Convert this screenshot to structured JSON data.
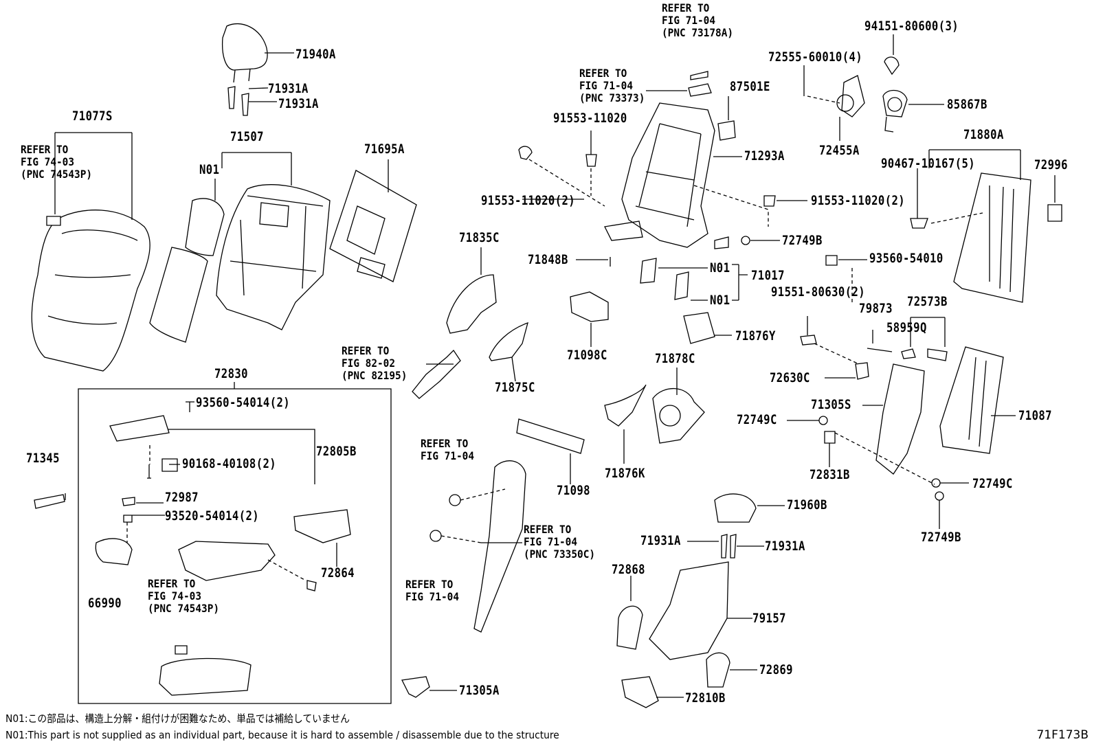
{
  "labels": {
    "p71940A": "71940A",
    "p71931A_1": "71931A",
    "p71931A_2": "71931A",
    "p71077S": "71077S",
    "p71507": "71507",
    "pN01_a": "N01",
    "p71695A": "71695A",
    "p72830": "72830",
    "p93560_54014": "93560-54014(2)",
    "p72805B": "72805B",
    "p90168": "90168-40108(2)",
    "p71345": "71345",
    "p72987": "72987",
    "p93520": "93520-54014(2)",
    "p72864": "72864",
    "p66990": "66990",
    "p71835C": "71835C",
    "p71875C": "71875C",
    "p71098C": "71098C",
    "p71098": "71098",
    "p71305A": "71305A",
    "p71848B": "71848B",
    "p91553_11020": "91553-11020",
    "p91553_2a": "91553-11020(2)",
    "p91553_2b": "91553-11020(2)",
    "p87501E": "87501E",
    "p71293A": "71293A",
    "p72749B_1": "72749B",
    "pN01_b": "N01",
    "pN01_c": "N01",
    "p71017": "71017",
    "p71876Y": "71876Y",
    "p71878C": "71878C",
    "p71876K": "71876K",
    "p72555": "72555-60010(4)",
    "p94151": "94151-80600(3)",
    "p85867B": "85867B",
    "p72455A": "72455A",
    "p71880A": "71880A",
    "p90467": "90467-10167(5)",
    "p72996": "72996",
    "p93560_54010": "93560-54010",
    "p91551": "91551-80630(2)",
    "p79873": "79873",
    "p72573B": "72573B",
    "p58959Q": "58959Q",
    "p72630C": "72630C",
    "p71305S": "71305S",
    "p71087": "71087",
    "p72749C_1": "72749C",
    "p72831B": "72831B",
    "p72749C_2": "72749C",
    "p72749B_2": "72749B",
    "p71960B": "71960B",
    "p71931A_3": "71931A",
    "p71931A_4": "71931A",
    "p72868": "72868",
    "p79157": "79157",
    "p72869": "72869",
    "p72810B": "72810B"
  },
  "refs": {
    "r1": [
      "REFER TO",
      "FIG 74-03",
      "(PNC 74543P)"
    ],
    "r2": [
      "REFER TO",
      "FIG 71-04",
      "(PNC 73178A)"
    ],
    "r3": [
      "REFER TO",
      "FIG 71-04",
      "(PNC 73373)"
    ],
    "r4": [
      "REFER TO",
      "FIG 82-02",
      "(PNC 82195)"
    ],
    "r5": [
      "REFER TO",
      "FIG 71-04"
    ],
    "r6": [
      "REFER TO",
      "FIG 71-04",
      "(PNC 73350C)"
    ],
    "r7": [
      "REFER TO",
      "FIG 71-04"
    ],
    "r8": [
      "REFER TO",
      "FIG 74-03",
      "(PNC 74543P)"
    ]
  },
  "notes": {
    "jp": "N01:この部品は、構造上分解・組付けが困難なため、単品では補給していません",
    "en": "N01:This part is not supplied as an individual part, because it is hard to assemble / disassemble due to the structure"
  },
  "figure_code": "71F173B"
}
